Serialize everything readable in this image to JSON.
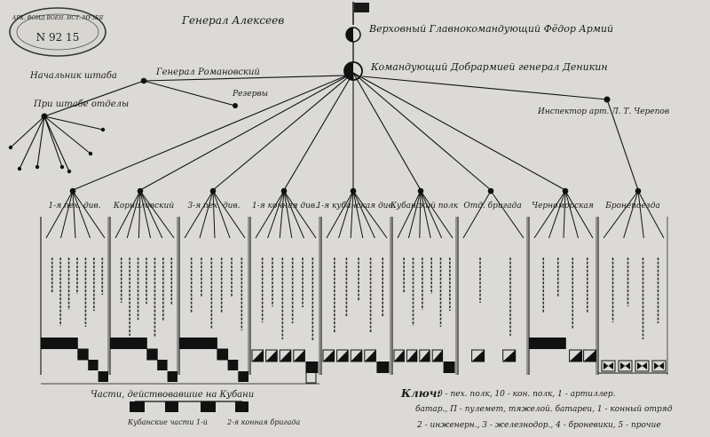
{
  "stamp": {
    "top_text": "АРХ. ФОНД ВОЕН. ИСТ. МУЗЕЯ",
    "number": "N 92 15"
  },
  "header": {
    "general_name": "Генерал Алексеев",
    "commander_label": "Верховный Главнокомандующий Фёдор Армий",
    "chief_label": "Командующий Добрармией генерал Деникин"
  },
  "staff": {
    "chief_of_staff": "Начальник штаба",
    "chief_of_staff_name": "Генерал Романовский",
    "departments_label": "При штабе отделы",
    "reserve_label": "Резервы",
    "inspector_label": "Инспектор арт. Л. Т. Черепов"
  },
  "divisions": [
    {
      "label": "1-я пех. див."
    },
    {
      "label": "Корниловский"
    },
    {
      "label": "3-я пех. див."
    },
    {
      "label": "1-я конная див."
    },
    {
      "label": "1-я кубанская див."
    },
    {
      "label": "Кубанский полк"
    },
    {
      "label": "Отд. бригада"
    },
    {
      "label": "Черноморская"
    },
    {
      "label": "Бронепоезда"
    }
  ],
  "legend": {
    "left_caption": "Части, действовавшие на Кубани",
    "left_item_1": "Кубанские части 1-й",
    "left_item_2": "2-я конная бригада",
    "key_label": "Ключ:",
    "key_line_1": "0 - пех. полк, 10 - кон. полк, 1 - артиллер.",
    "key_line_2": "батар., П - пулемет, тяжелой. батареи, 1 - конный отряд",
    "key_line_3": "2 - инженерн., 3 - железнодор., 4 - броневики, 5 - прочие"
  }
}
